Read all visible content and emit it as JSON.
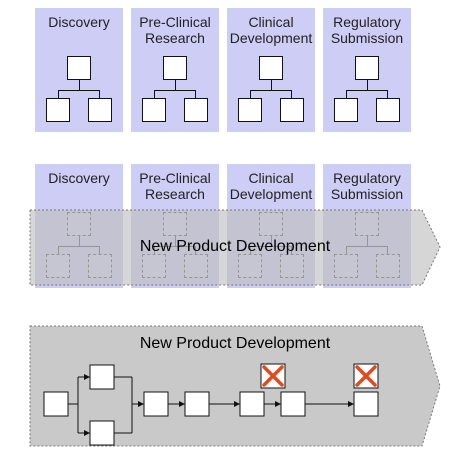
{
  "top_row": {
    "phases": [
      {
        "label_1": "Discovery",
        "label_2": ""
      },
      {
        "label_1": "Pre-Clinical",
        "label_2": "Research"
      },
      {
        "label_1": "Clinical",
        "label_2": "Development"
      },
      {
        "label_1": "Regulatory",
        "label_2": "Submission"
      }
    ]
  },
  "middle_row": {
    "phases": [
      {
        "label_1": "Discovery",
        "label_2": ""
      },
      {
        "label_1": "Pre-Clinical",
        "label_2": "Research"
      },
      {
        "label_1": "Clinical",
        "label_2": "Development"
      },
      {
        "label_1": "Regulatory",
        "label_2": "Submission"
      }
    ],
    "arrow_title": "New Product Development"
  },
  "bottom_row": {
    "arrow_title": "New Product Development",
    "cancelled_marker": "X"
  },
  "colors": {
    "panel": "#cdcdf5",
    "arrow_fill": "#c9c9c9",
    "cancel_fill": "#f07050",
    "cancel_stroke": "#b02000"
  }
}
